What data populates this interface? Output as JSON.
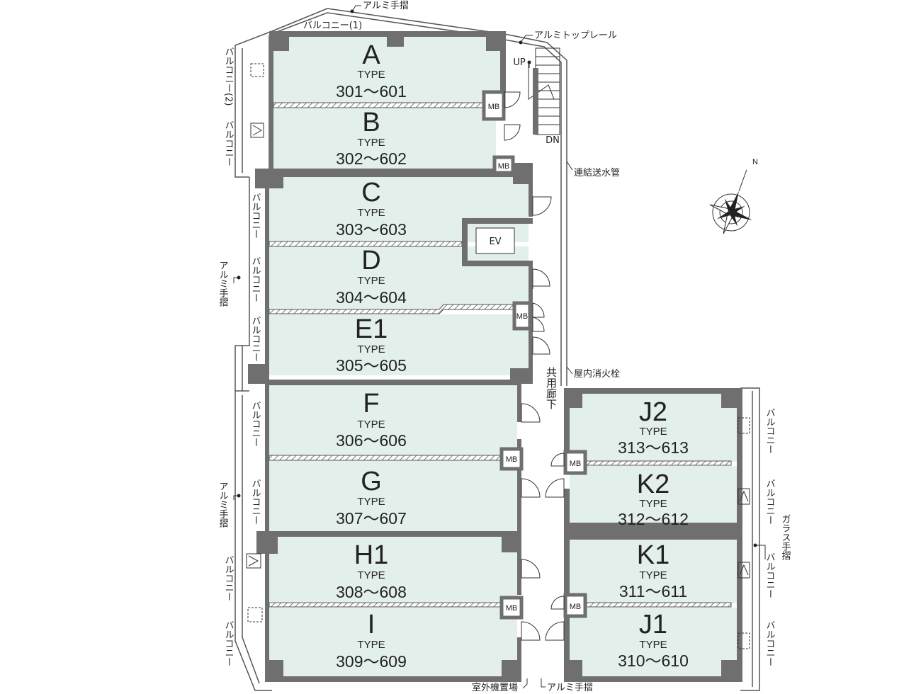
{
  "units": [
    {
      "letter": "A",
      "type": "TYPE",
      "range": "301～601"
    },
    {
      "letter": "B",
      "type": "TYPE",
      "range": "302～602"
    },
    {
      "letter": "C",
      "type": "TYPE",
      "range": "303～603"
    },
    {
      "letter": "D",
      "type": "TYPE",
      "range": "304～604"
    },
    {
      "letter": "E1",
      "type": "TYPE",
      "range": "305～605"
    },
    {
      "letter": "F",
      "type": "TYPE",
      "range": "306～606"
    },
    {
      "letter": "G",
      "type": "TYPE",
      "range": "307～607"
    },
    {
      "letter": "H1",
      "type": "TYPE",
      "range": "308～608"
    },
    {
      "letter": "I",
      "type": "TYPE",
      "range": "309～609"
    },
    {
      "letter": "J2",
      "type": "TYPE",
      "range": "313～613"
    },
    {
      "letter": "K2",
      "type": "TYPE",
      "range": "312～612"
    },
    {
      "letter": "K1",
      "type": "TYPE",
      "range": "311～611"
    },
    {
      "letter": "J1",
      "type": "TYPE",
      "range": "310～610"
    }
  ],
  "labels": {
    "aluminum_handrail": "アルミ手摺",
    "balcony_1": "バルコニー(1)",
    "aluminum_top_rail": "アルミトップレール",
    "balcony_2": "バルコニー(2)",
    "balcony": "バルコニー",
    "connected_water_pipe": "連結送水管",
    "indoor_hydrant": "屋内消火栓",
    "common_corridor": "共用廊下",
    "outdoor_unit_area": "室外機置場",
    "glass_handrail": "ガラス手摺",
    "ev": "EV",
    "mb": "MB",
    "up": "UP",
    "dn": "DN",
    "north": "N"
  },
  "colors": {
    "room_fill": "#e2efea",
    "wall": "#6f6f6f",
    "outline": "#444444"
  }
}
